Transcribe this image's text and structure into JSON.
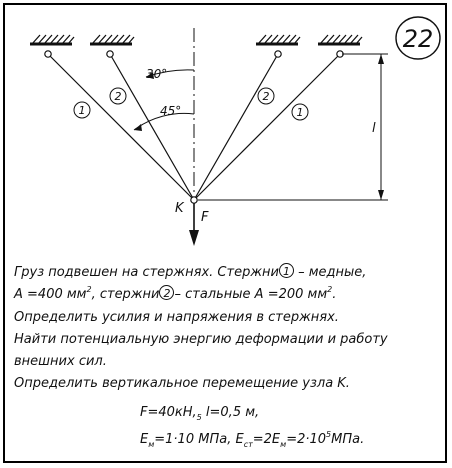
{
  "problem_number": "22",
  "diagram": {
    "angle_outer": "30°",
    "angle_inner": "45°",
    "rod_1": "1",
    "rod_2": "2",
    "node": "K",
    "force": "F",
    "length": "l"
  },
  "text": {
    "line1_a": "Груз подвешен на стержнях. Стержни",
    "line1_circ": "1",
    "line1_b": " – медные,",
    "line2_a": "A =400 мм",
    "line2_sup": "2",
    "line2_b": ", стержни",
    "line2_circ": "2",
    "line2_c": "– стальные A =200 мм",
    "line2_sup2": "2",
    "line2_d": ".",
    "line3": "Определить усилия и напряжения в стержнях.",
    "line4": "Найти потенциальную энергию деформации и работу",
    "line5": "внешних сил.",
    "line6": "Определить вертикальное перемещение узла K."
  },
  "given": {
    "line1_a": "F=40кН,",
    "line1_b": "l=0,5 м,",
    "sub5": "5",
    "line2_a": "E",
    "line2_sub_m": "м",
    "line2_b": "=1·10",
    "line2_c": " МПа, E",
    "line2_sub_st": "ст",
    "line2_d": "=2E",
    "line2_sub_m2": "м",
    "line2_e": "=2·10",
    "line2_sup": "5",
    "line2_f": "МПа."
  }
}
